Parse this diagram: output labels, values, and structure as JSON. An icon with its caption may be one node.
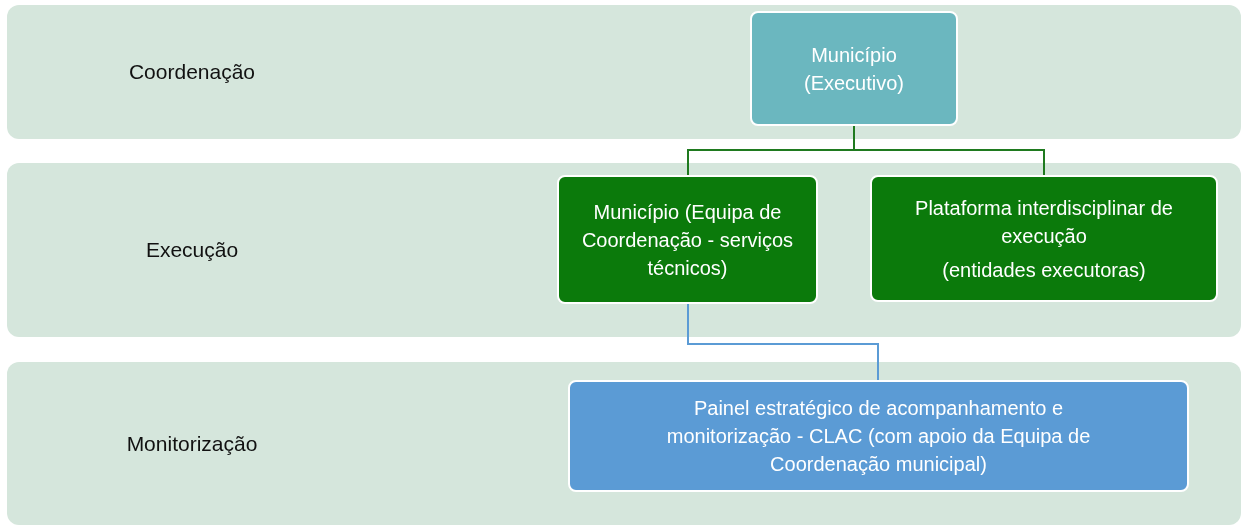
{
  "diagram": {
    "nodes": [
      {
        "text": [
          "Coordenação"
        ]
      },
      {
        "text": [
          "Município (Executivo)"
        ],
        "in": 0
      },
      {
        "text": [
          "Execução"
        ]
      },
      {
        "text": [
          "Município (Equipa de Coordenação - serviços técnicos)"
        ],
        "in": 2
      },
      {
        "text": [
          "Plataforma interdisciplinar de execução",
          "(entidades executoras)"
        ],
        "in": 2
      },
      {
        "text": [
          "Monitorização"
        ]
      },
      {
        "text": [
          "Painel estratégico de acompanhamento e monitorização - CLAC (com apoio da Equipa de Coordenação municipal)"
        ],
        "in": 5
      }
    ],
    "edges": [
      {
        "from": 1,
        "to": 3,
        "arrow": "none"
      },
      {
        "from": 1,
        "to": 4,
        "arrow": "none"
      },
      {
        "from": 3,
        "to": 6,
        "arrow": "none",
        "color": "#5b9bd5"
      }
    ]
  }
}
